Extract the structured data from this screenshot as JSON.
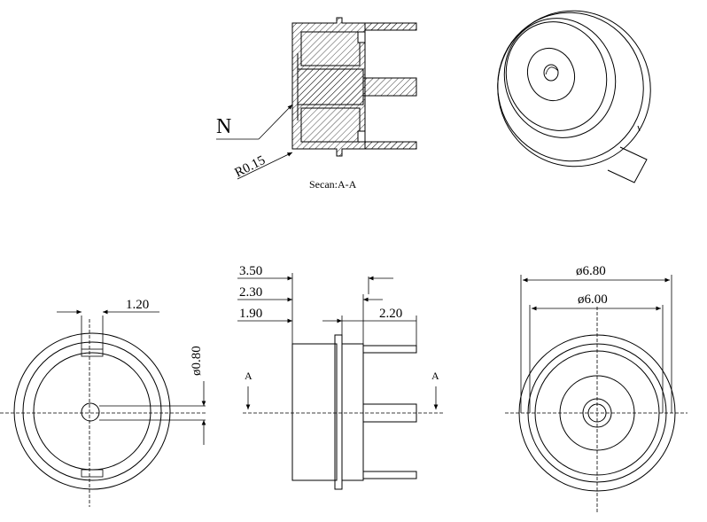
{
  "section_view": {
    "label_n": "N",
    "label_r": "R0.15",
    "caption": "Secan:A-A"
  },
  "front_view": {
    "dim_width": "1.20",
    "dim_dia": "ø0.80"
  },
  "side_view": {
    "dim_350": "3.50",
    "dim_230": "2.30",
    "dim_190": "1.90",
    "dim_220": "2.20",
    "section_left": "A",
    "section_right": "A"
  },
  "end_view": {
    "dim_680": "ø6.80",
    "dim_600": "ø6.00"
  }
}
